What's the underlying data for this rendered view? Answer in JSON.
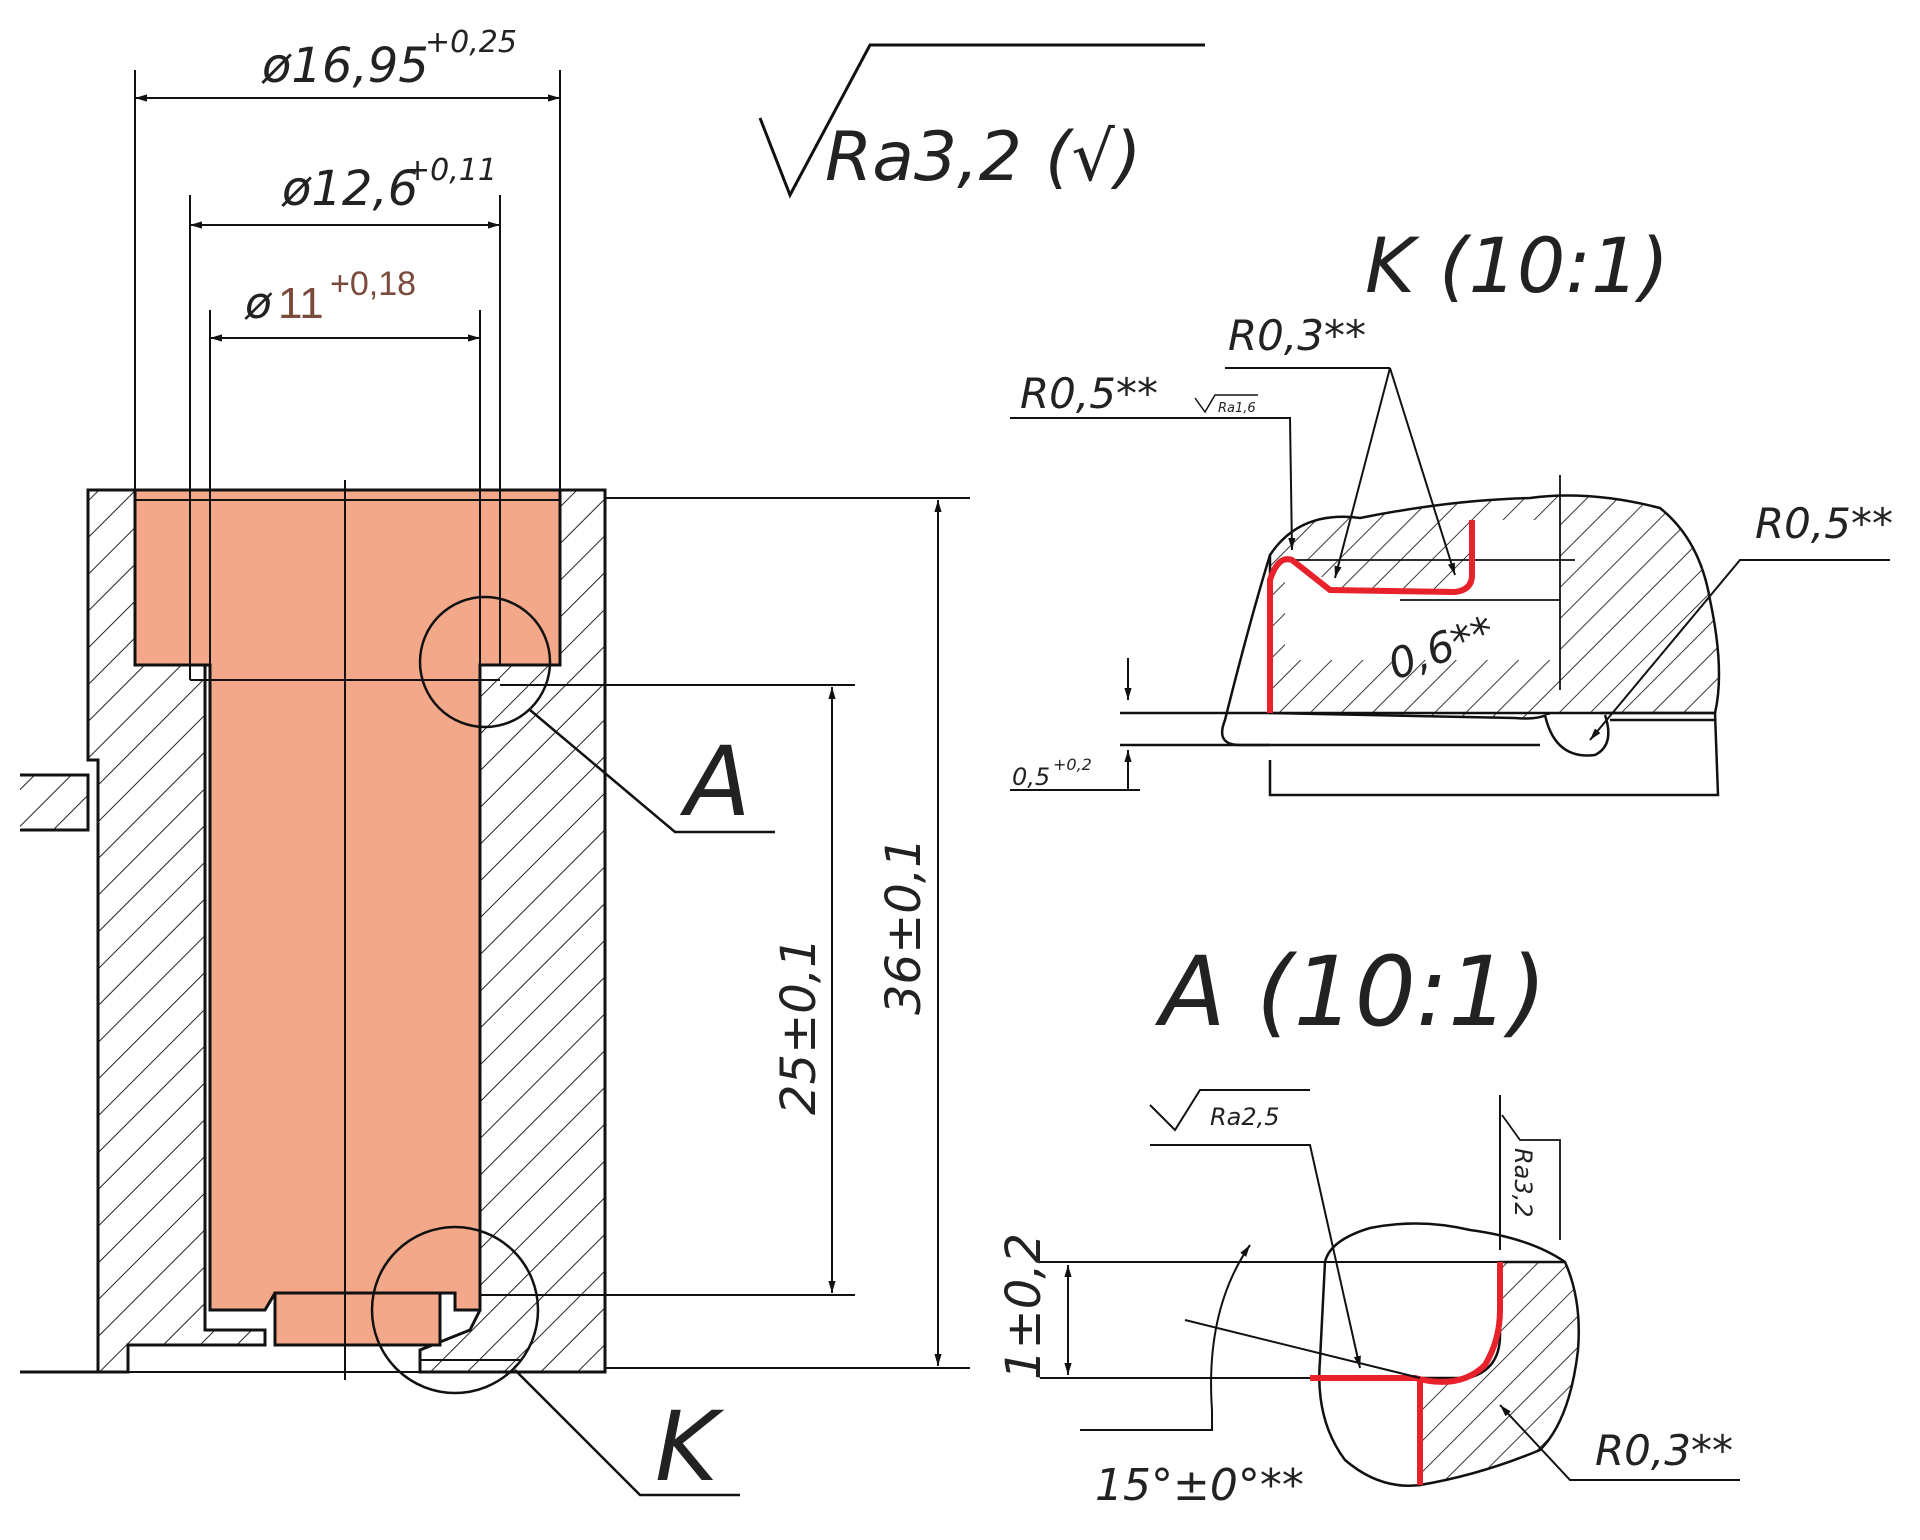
{
  "dimensions": {
    "d_outer": "ø16,95",
    "d_outer_tol": "+0,25",
    "d_mid": "ø12,6",
    "d_mid_tol": "+0,11",
    "d_inner_sym": "ø",
    "d_inner": "11",
    "d_inner_tol": "+0,18",
    "len_25": "25±0,1",
    "len_36": "36±0,1"
  },
  "roughness": {
    "general": "Ra3,2",
    "general_paren": "(√)"
  },
  "callouts": {
    "a": "A",
    "k": "K"
  },
  "detail_k": {
    "title": "K (10:1)",
    "r03": "R0,3**",
    "r05_left": "R0,5**",
    "ra16": "Ra1,6",
    "r05_right": "R0,5**",
    "depth": "0,6**",
    "gap": "0,5",
    "gap_tol": "+0,2"
  },
  "detail_a": {
    "title": "A (10:1)",
    "ra25": "Ra2,5",
    "ra32": "Ra3,2",
    "height": "1±0,2",
    "angle": "15°±0°**",
    "r03": "R0,3**"
  },
  "colors": {
    "part_fill": "#f4a88a",
    "highlight": "#e8222a",
    "ink": "#111111"
  }
}
